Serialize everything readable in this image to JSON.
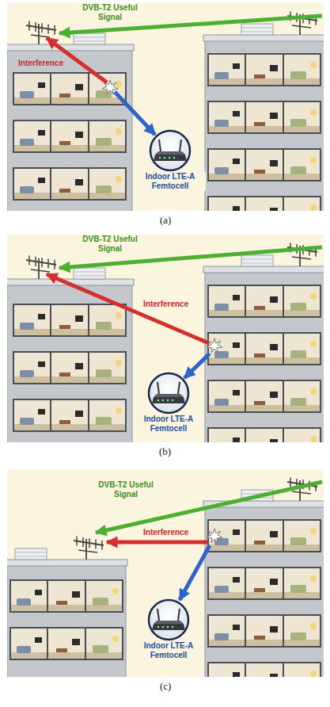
{
  "diagram": {
    "nodes": [
      {
        "text": [
          "Indoor LTE-A Femtocell"
        ]
      },
      {
        "text": [
          "Indoor LTE-A Femtocell"
        ]
      },
      {
        "text": [
          "Indoor LTE-A Femtocell"
        ]
      }
    ],
    "labels": [
      "DVB-T2 Useful Signal",
      "Interference",
      "(a)",
      "DVB-T2 Useful Signal",
      "Interference",
      "(b)",
      "DVB-T2 Useful Signal",
      "Interference",
      "(c)"
    ]
  }
}
